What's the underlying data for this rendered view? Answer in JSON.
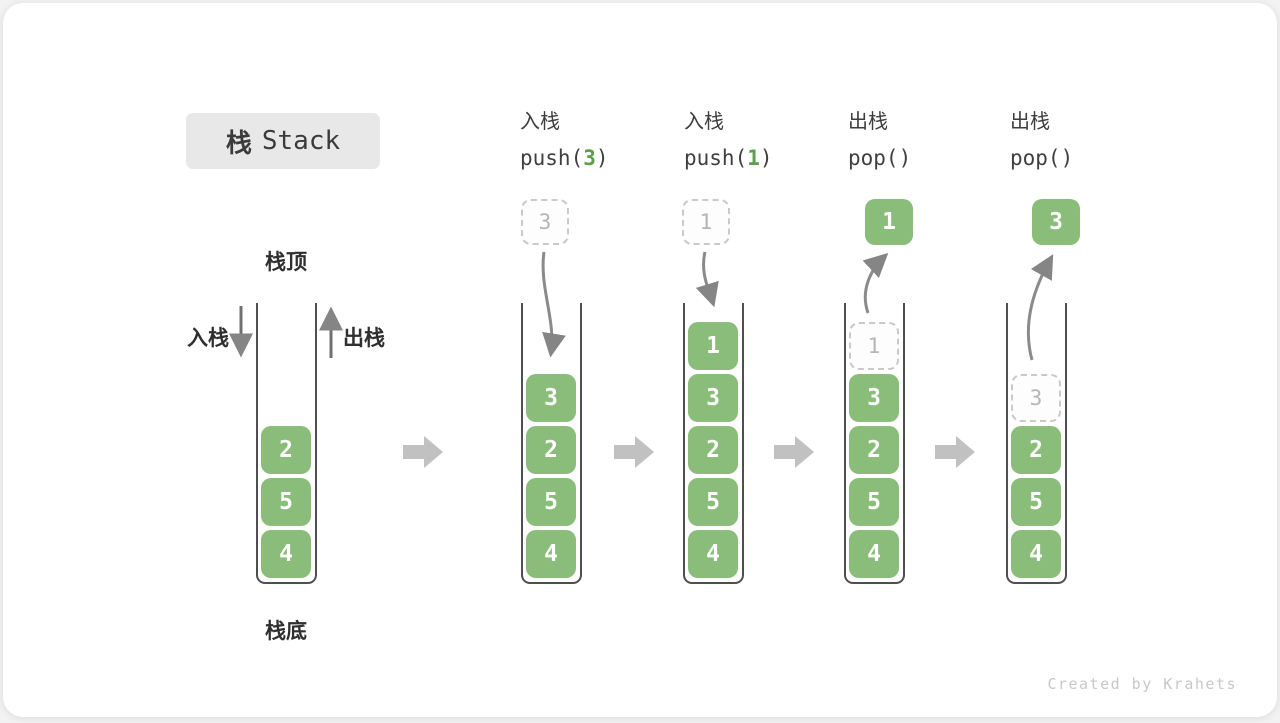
{
  "title": {
    "zh": "栈",
    "en": "Stack"
  },
  "legend": {
    "stack_top": "栈顶",
    "stack_bottom": "栈底",
    "push": "入栈",
    "pop": "出栈"
  },
  "base_stack": {
    "values": [
      "2",
      "5",
      "4"
    ]
  },
  "steps": [
    {
      "label_zh": "入栈",
      "code": {
        "prefix": "push(",
        "arg": "3",
        "suffix": ")"
      },
      "floating": {
        "value": "3",
        "kind": "ghost"
      },
      "cells": [
        {
          "value": "3"
        },
        {
          "value": "2"
        },
        {
          "value": "5"
        },
        {
          "value": "4"
        }
      ]
    },
    {
      "label_zh": "入栈",
      "code": {
        "prefix": "push(",
        "arg": "1",
        "suffix": ")"
      },
      "floating": {
        "value": "1",
        "kind": "ghost"
      },
      "cells": [
        {
          "value": "1"
        },
        {
          "value": "3"
        },
        {
          "value": "2"
        },
        {
          "value": "5"
        },
        {
          "value": "4"
        }
      ]
    },
    {
      "label_zh": "出栈",
      "code": {
        "prefix": "pop(",
        "arg": "",
        "suffix": ")"
      },
      "floating": {
        "value": "1",
        "kind": "solid"
      },
      "cells": [
        {
          "value": "1",
          "ghost": true
        },
        {
          "value": "3"
        },
        {
          "value": "2"
        },
        {
          "value": "5"
        },
        {
          "value": "4"
        }
      ]
    },
    {
      "label_zh": "出栈",
      "code": {
        "prefix": "pop(",
        "arg": "",
        "suffix": ")"
      },
      "floating": {
        "value": "3",
        "kind": "solid"
      },
      "cells": [
        {
          "value": "3",
          "ghost": true
        },
        {
          "value": "2"
        },
        {
          "value": "5"
        },
        {
          "value": "4"
        }
      ]
    }
  ],
  "footer": {
    "credit": "Created by Krahets"
  },
  "colors": {
    "block_green": "#8abc7a",
    "code_arg_green": "#5c9e4c",
    "flow_arrow_gray": "#858585",
    "step_arrow_gray": "#c1c1c1",
    "wall_gray": "#4f4f4f"
  }
}
